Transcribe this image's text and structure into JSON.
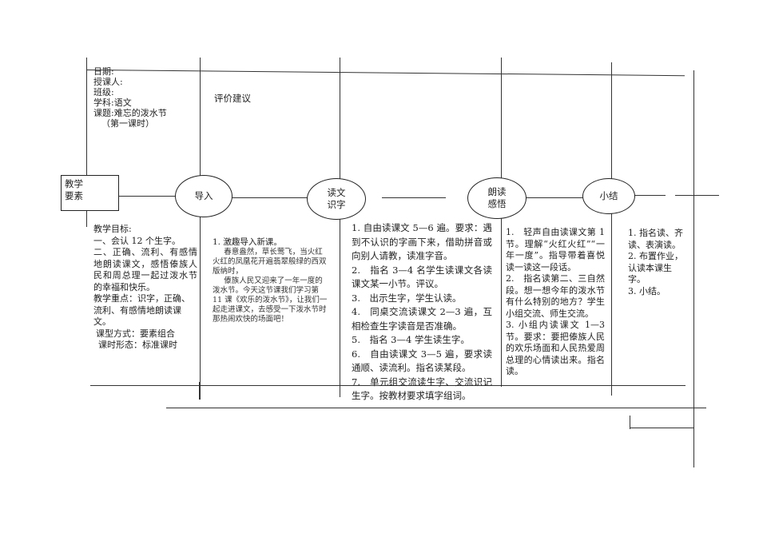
{
  "header": {
    "date_label": "日期:",
    "teacher_label": "授课人:",
    "class_label": "班级:",
    "subject_label": "学科:语文",
    "topic_label": "课题:难忘的泼水节",
    "period_label": "（第一课时）",
    "evaluation_label": "评价建议"
  },
  "flow": {
    "elements_box": "教学\n要素",
    "nodes": [
      "导入",
      "读文\n识字",
      "朗读\n感悟",
      "小结"
    ]
  },
  "column1": {
    "lines": [
      "教学目标:",
      "一、会认 12 个生字。",
      "二、正确、流利、有感情地朗读课文，感悟傣族人民和周总理一起过泼水节的幸福和快乐。",
      "教学重点：识字，正确、流利、有感情地朗读课文。",
      "课型方式：要素组合",
      "课时形态：标准课时"
    ]
  },
  "column2": {
    "title": "1. 激趣导入新课。",
    "para1": "春意盎然，草长莺飞，当火红火红的凤凰花开遍翡翠般绿的西双版纳时，",
    "para2": "傣族人民又迎来了一年一度的泼水节。今天这节课我们学习第 11 课《欢乐的泼水节》，让我们一起走进课文，去感受一下泼水节时那热闹欢快的场面吧！"
  },
  "column3": {
    "items": [
      "1. 自由读课文 5—6 遍。要求：遇到不认识的字画下来，借助拼音或向别人请教，读准字音。",
      "2.　指名 3—4 名学生读课文各读课文某一小节。评议。",
      "3.　出示生字，学生认读。",
      "4.　同桌交流读课文 2—3 遍，互相检查生字读音是否准确。",
      "5.　指名 3—4 学生读生字。",
      "6.　自由读课文 3—5 遍，要求读通顺、读流利。指名读某段。",
      "7.　单元组交流读生字、交流识记生字。按教材要求填字组词。"
    ]
  },
  "column4": {
    "items": [
      "1.　轻声自由读课文第 1 节。理解“火红火红”“一年一度”。指导带着喜悦读一读这一段话。",
      "2.　指名读第二、三自然段。想一想今年的泼水节有什么特别的地方？学生小组交流、师生交流。",
      "3. 小组内读课文 1—3 节。要求：要把傣族人民的欢乐场面和人民热爱周总理的心情读出来。指名读。"
    ]
  },
  "column5": {
    "items": [
      "1. 指名读、齐读、表演读。",
      "2. 布置作业，认读本课生字。",
      "3. 小结。"
    ]
  }
}
